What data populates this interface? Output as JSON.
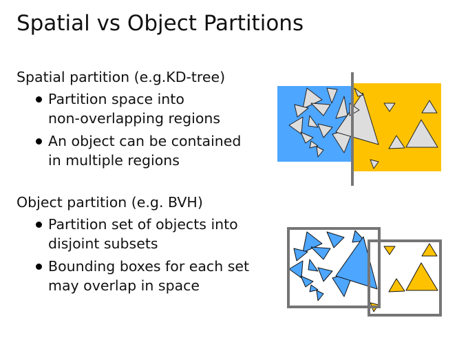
{
  "slide": {
    "title": "Spatial vs Object Partitions",
    "spatial": {
      "heading": "Spatial partition (e.g.KD-tree)",
      "bullets": [
        {
          "line1": "Partition space into",
          "line2": "non-overlapping regions"
        },
        {
          "line1": "An object can be contained",
          "line2": "in multiple regions"
        }
      ]
    },
    "object": {
      "heading": "Object partition (e.g. BVH)",
      "bullets": [
        {
          "line1": "Partition set of objects into",
          "line2": "disjoint subsets"
        },
        {
          "line1": "Bounding boxes for each set",
          "line2": "may overlap in space"
        }
      ]
    }
  },
  "colors": {
    "blue": "#4da6ff",
    "yellow": "#ffc200",
    "gray_tri": "#dddddd",
    "split_line": "#777777",
    "bbox_frame": "#757575"
  }
}
